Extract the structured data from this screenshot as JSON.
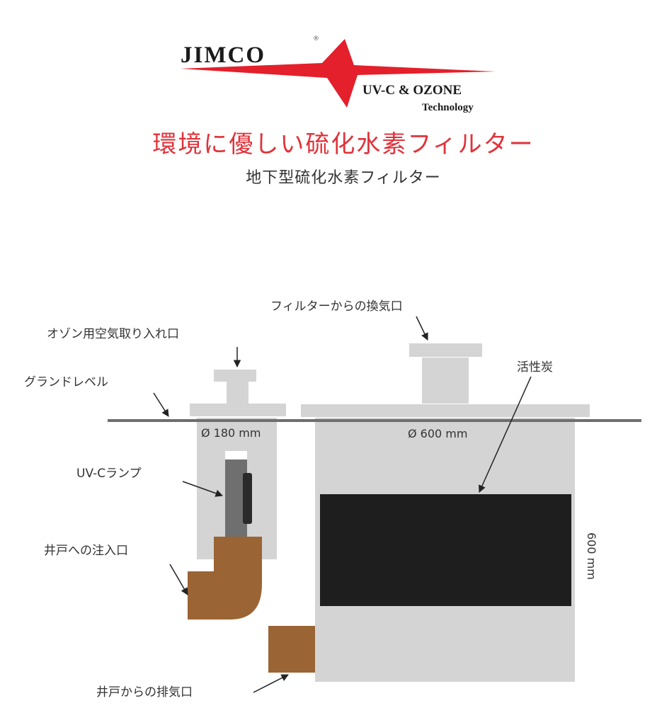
{
  "logo": {
    "brand": "JIMCO",
    "registered": "®",
    "tagline1": "UV-C & OZONE",
    "tagline2": "Technology",
    "star_color": "#e3202b"
  },
  "title": "環境に優しい硫化水素フィルター",
  "subtitle": "地下型硫化水素フィルター",
  "diagram": {
    "labels": {
      "exhaust_from_filter": "フィルターからの換気口",
      "ozone_air_intake": "オゾン用空気取り入れ口",
      "ground_level": "グランドレベル",
      "activated_carbon": "活性炭",
      "uvc_lamp": "UV-Cランプ",
      "well_inlet": "井戸への注入口",
      "well_exhaust": "井戸からの排気口"
    },
    "dimensions": {
      "small_diameter": "Ø 180 mm",
      "large_diameter": "Ø 600 mm",
      "height": "600 mm"
    },
    "colors": {
      "housing": "#d4d4d4",
      "ground_line": "#6e6e6e",
      "carbon": "#1e1e1e",
      "pipe": "#9a6434",
      "lamp": "#6f6f6f",
      "text": "#333333",
      "title": "#e0323a"
    }
  }
}
